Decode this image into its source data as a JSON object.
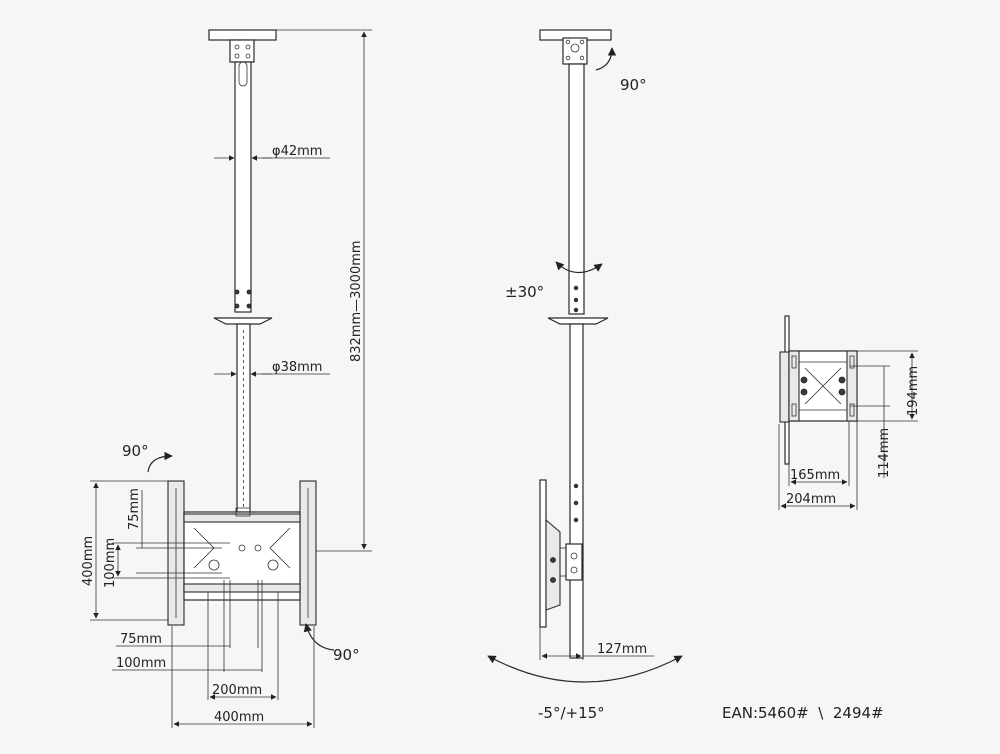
{
  "front_view": {
    "angle_top_left": "90°",
    "angle_bottom_right": "90°",
    "dim_tube_upper": "φ42mm",
    "dim_tube_lower": "φ38mm",
    "dim_length": "832mm—3000mm",
    "dim_v_400": "400mm",
    "dim_v_100": "100mm",
    "dim_v_75": "75mm",
    "dim_h_75": "75mm",
    "dim_h_100": "100mm",
    "dim_h_200": "200mm",
    "dim_h_400": "400mm"
  },
  "side_view": {
    "angle_top": "90°",
    "angle_rotation": "±30°",
    "dim_depth": "127mm",
    "angle_tilt": "-5°/+15°"
  },
  "bracket_detail": {
    "dim_height_outer": "194mm",
    "dim_height_inner": "114mm",
    "dim_width_inner": "165mm",
    "dim_width_outer": "204mm"
  },
  "ean_label": "EAN:5460#  \\  2494#"
}
